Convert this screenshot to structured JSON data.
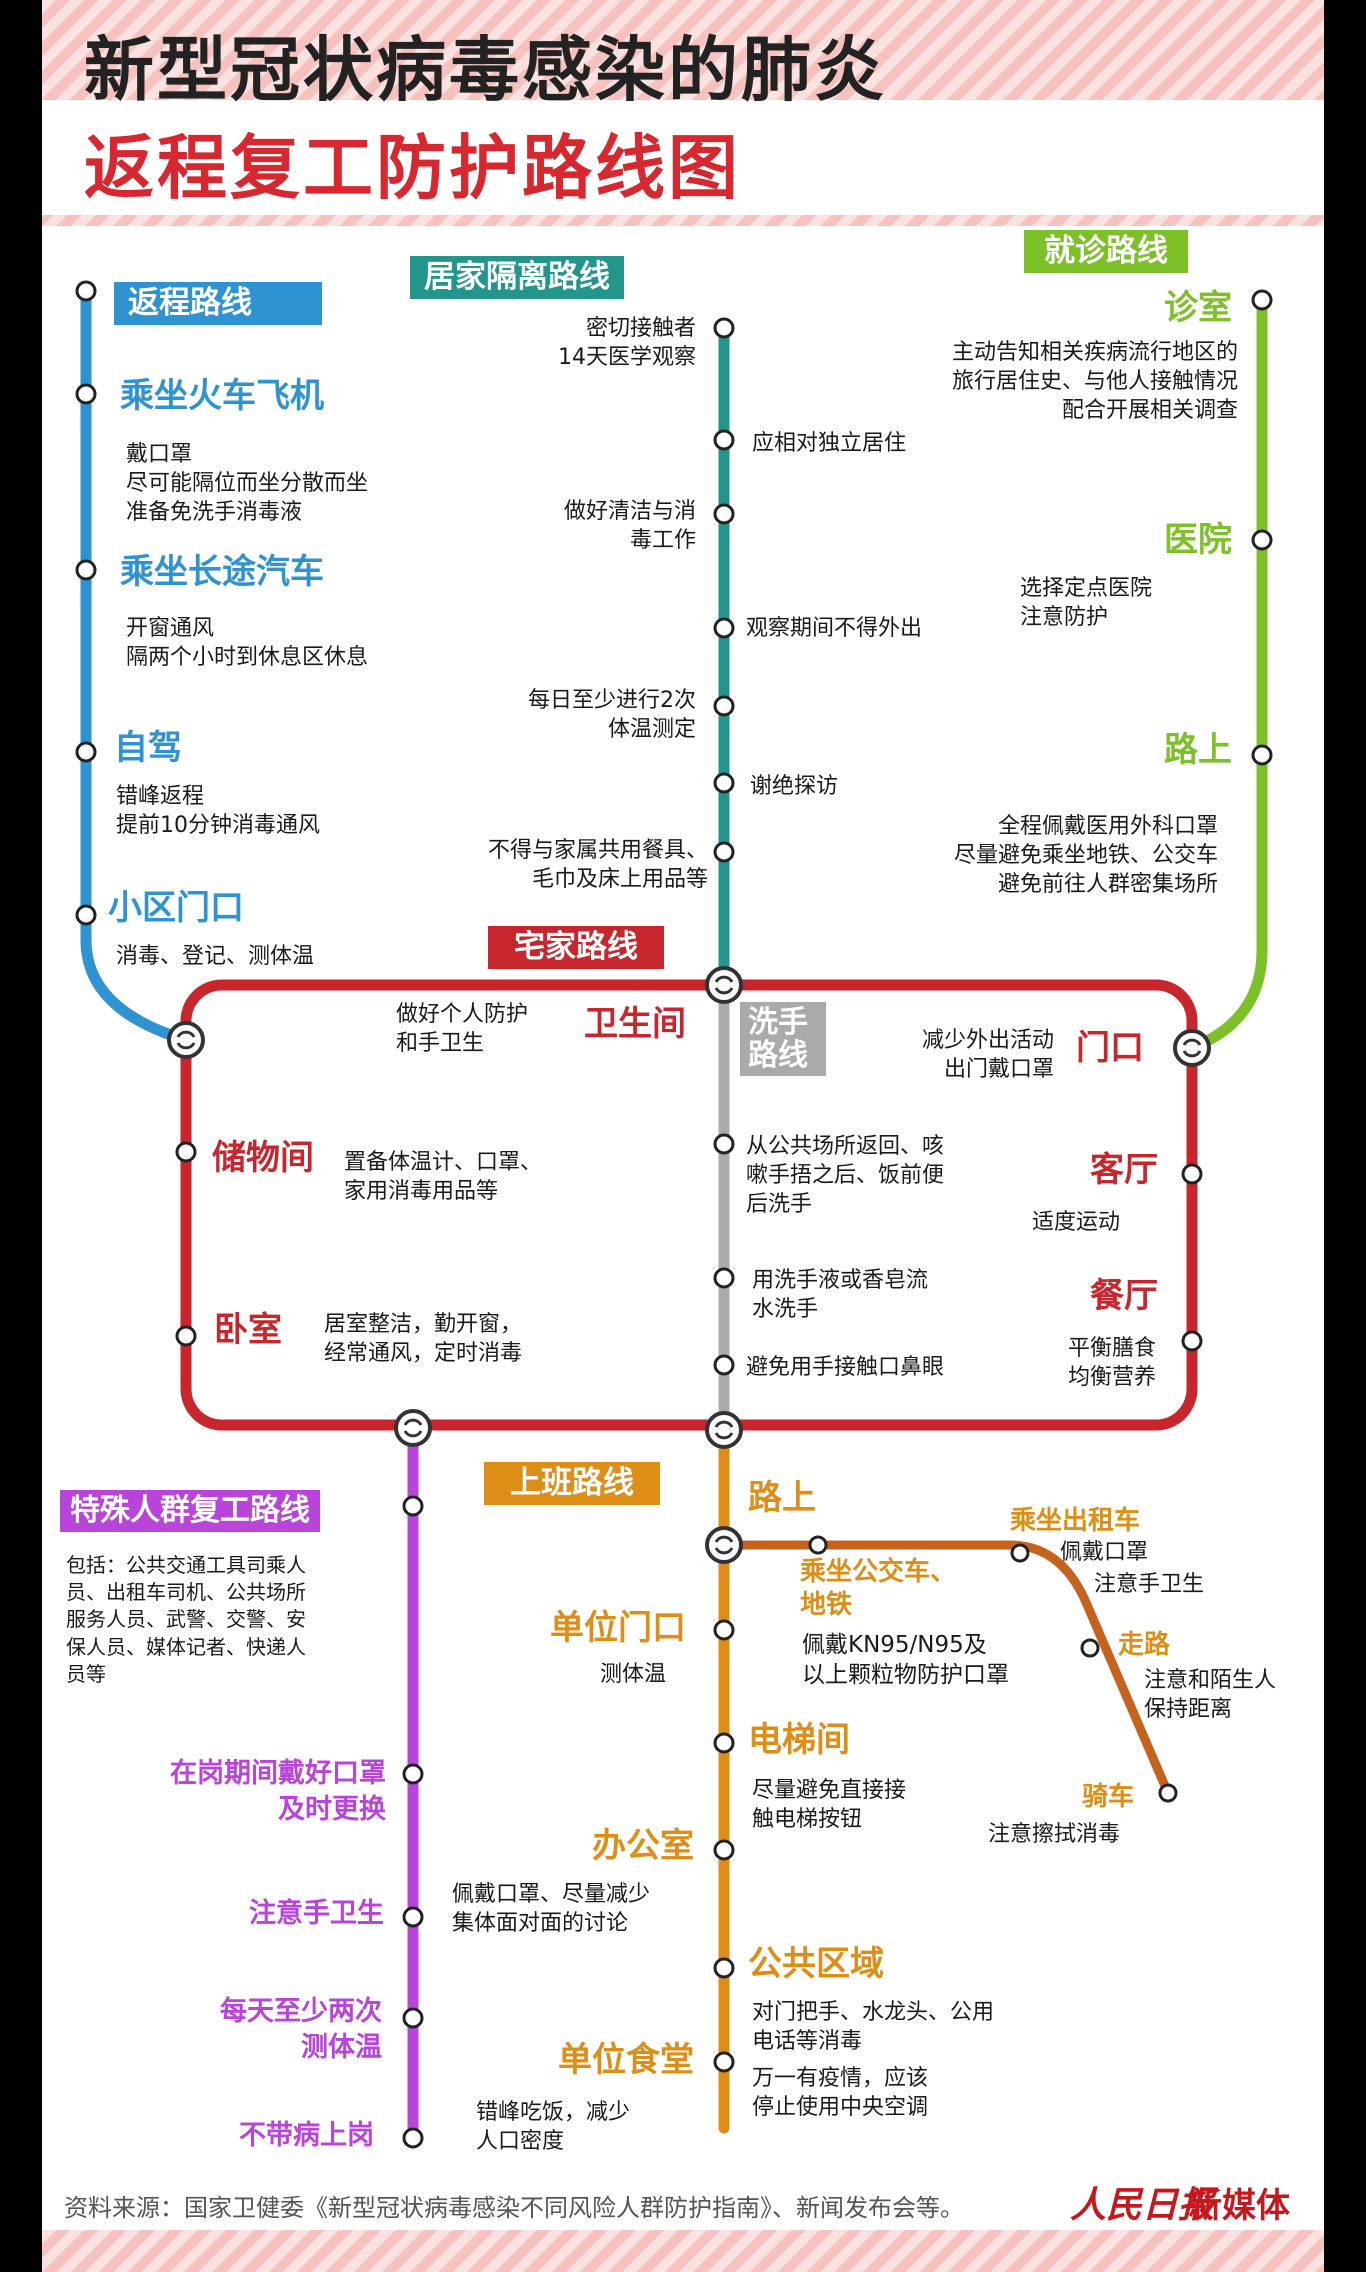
{
  "title": {
    "line1": "新型冠状病毒感染的肺炎",
    "line2": "返程复工防护路线图"
  },
  "colors": {
    "blue": "#2f93d1",
    "teal": "#22968a",
    "green": "#7cc127",
    "red": "#c7262d",
    "gray": "#aaaaaa",
    "purple": "#b844d9",
    "orange": "#de8d16",
    "brown": "#c4621e",
    "title_red": "#d7282f"
  },
  "return_route": {
    "tag": "返程路线",
    "sections": [
      {
        "heading": "乘坐火车飞机",
        "lines": [
          "戴口罩",
          "尽可能隔位而坐分散而坐",
          "准备免洗手消毒液"
        ]
      },
      {
        "heading": "乘坐长途汽车",
        "lines": [
          "开窗通风",
          "隔两个小时到休息区休息"
        ]
      },
      {
        "heading": "自驾",
        "lines": [
          "错峰返程",
          "提前10分钟消毒通风"
        ]
      },
      {
        "heading": "小区门口",
        "lines": [
          "消毒、登记、测体温"
        ]
      }
    ]
  },
  "quarantine_route": {
    "tag": "居家隔离路线",
    "items": [
      {
        "lines": [
          "密切接触者",
          "14天医学观察"
        ]
      },
      {
        "lines": [
          "应相对独立居住"
        ]
      },
      {
        "lines": [
          "做好清洁与消",
          "毒工作"
        ]
      },
      {
        "lines": [
          "观察期间不得外出"
        ]
      },
      {
        "lines": [
          "每日至少进行2次",
          "体温测定"
        ]
      },
      {
        "lines": [
          "谢绝探访"
        ]
      },
      {
        "lines": [
          "不得与家属共用餐具、",
          "毛巾及床上用品等"
        ]
      }
    ]
  },
  "clinic_route": {
    "tag": "就诊路线",
    "sections": [
      {
        "heading": "诊室",
        "lines": [
          "主动告知相关疾病流行地区的",
          "旅行居住史、与他人接触情况",
          "配合开展相关调查"
        ]
      },
      {
        "heading": "医院",
        "lines": [
          "选择定点医院",
          "注意防护"
        ]
      },
      {
        "heading": "路上",
        "lines": [
          "全程佩戴医用外科口罩",
          "尽量避免乘坐地铁、公交车",
          "避免前往人群密集场所"
        ]
      }
    ]
  },
  "home_route": {
    "tag": "宅家路线",
    "sections": [
      {
        "heading": "卫生间",
        "lines": [
          "做好个人防护",
          "和手卫生"
        ]
      },
      {
        "heading": "储物间",
        "lines": [
          "置备体温计、口罩、",
          "家用消毒用品等"
        ]
      },
      {
        "heading": "卧室",
        "lines": [
          "居室整洁，勤开窗，",
          "经常通风，定时消毒"
        ]
      },
      {
        "heading": "门口",
        "lines": [
          "减少外出活动",
          "出门戴口罩"
        ]
      },
      {
        "heading": "客厅",
        "lines": [
          "适度运动"
        ]
      },
      {
        "heading": "餐厅",
        "lines": [
          "平衡膳食",
          "均衡营养"
        ]
      }
    ]
  },
  "handwash_route": {
    "tag": "洗手路线",
    "items": [
      {
        "lines": [
          "从公共场所返回、咳",
          "嗽手捂之后、饭前便",
          "后洗手"
        ]
      },
      {
        "lines": [
          "用洗手液或香皂流",
          "水洗手"
        ]
      },
      {
        "lines": [
          "避免用手接触口鼻眼"
        ]
      }
    ]
  },
  "special_route": {
    "tag": "特殊人群复工路线",
    "intro": [
      "包括：公共交通工具司乘人",
      "员、出租车司机、公共场所",
      "服务人员、武警、交警、安",
      "保人员、媒体记者、快递人",
      "员等"
    ],
    "items": [
      {
        "lines": [
          "在岗期间戴好口罩",
          "及时更换"
        ]
      },
      {
        "lines": [
          "注意手卫生"
        ]
      },
      {
        "lines": [
          "每天至少两次",
          "测体温"
        ]
      },
      {
        "lines": [
          "不带病上岗"
        ]
      }
    ]
  },
  "work_route": {
    "tag": "上班路线",
    "sections": [
      {
        "heading": "路上",
        "lines": []
      },
      {
        "heading": "单位门口",
        "lines": [
          "测体温"
        ]
      },
      {
        "heading": "电梯间",
        "lines": [
          "尽量避免直接接",
          "触电梯按钮"
        ]
      },
      {
        "heading": "办公室",
        "lines": [
          "佩戴口罩、尽量减少",
          "集体面对面的讨论"
        ]
      },
      {
        "heading": "公共区域",
        "lines": [
          "对门把手、水龙头、公用",
          "电话等消毒"
        ]
      },
      {
        "heading": "",
        "lines": [
          "万一有疫情，应该",
          "停止使用中央空调"
        ]
      },
      {
        "heading": "单位食堂",
        "lines": [
          "错峰吃饭，减少",
          "人口密度"
        ]
      }
    ]
  },
  "road_branch": {
    "sections": [
      {
        "heading": "乘坐公交车、地铁",
        "heading_lines": [
          "乘坐公交车、",
          "地铁"
        ],
        "lines": [
          "佩戴KN95/N95及",
          "以上颗粒物防护口罩"
        ]
      },
      {
        "heading": "乘坐出租车",
        "lines": [
          "佩戴口罩",
          "注意手卫生"
        ]
      },
      {
        "heading": "走路",
        "lines": [
          "注意和陌生人",
          "保持距离"
        ]
      },
      {
        "heading": "骑车",
        "lines": [
          "注意擦拭消毒"
        ]
      }
    ]
  },
  "footer": {
    "source": "资料来源：国家卫健委《新型冠状病毒感染不同风险人群防护指南》、新闻发布会等。",
    "logo": "人民日报",
    "logo_suffix": "新媒体"
  }
}
